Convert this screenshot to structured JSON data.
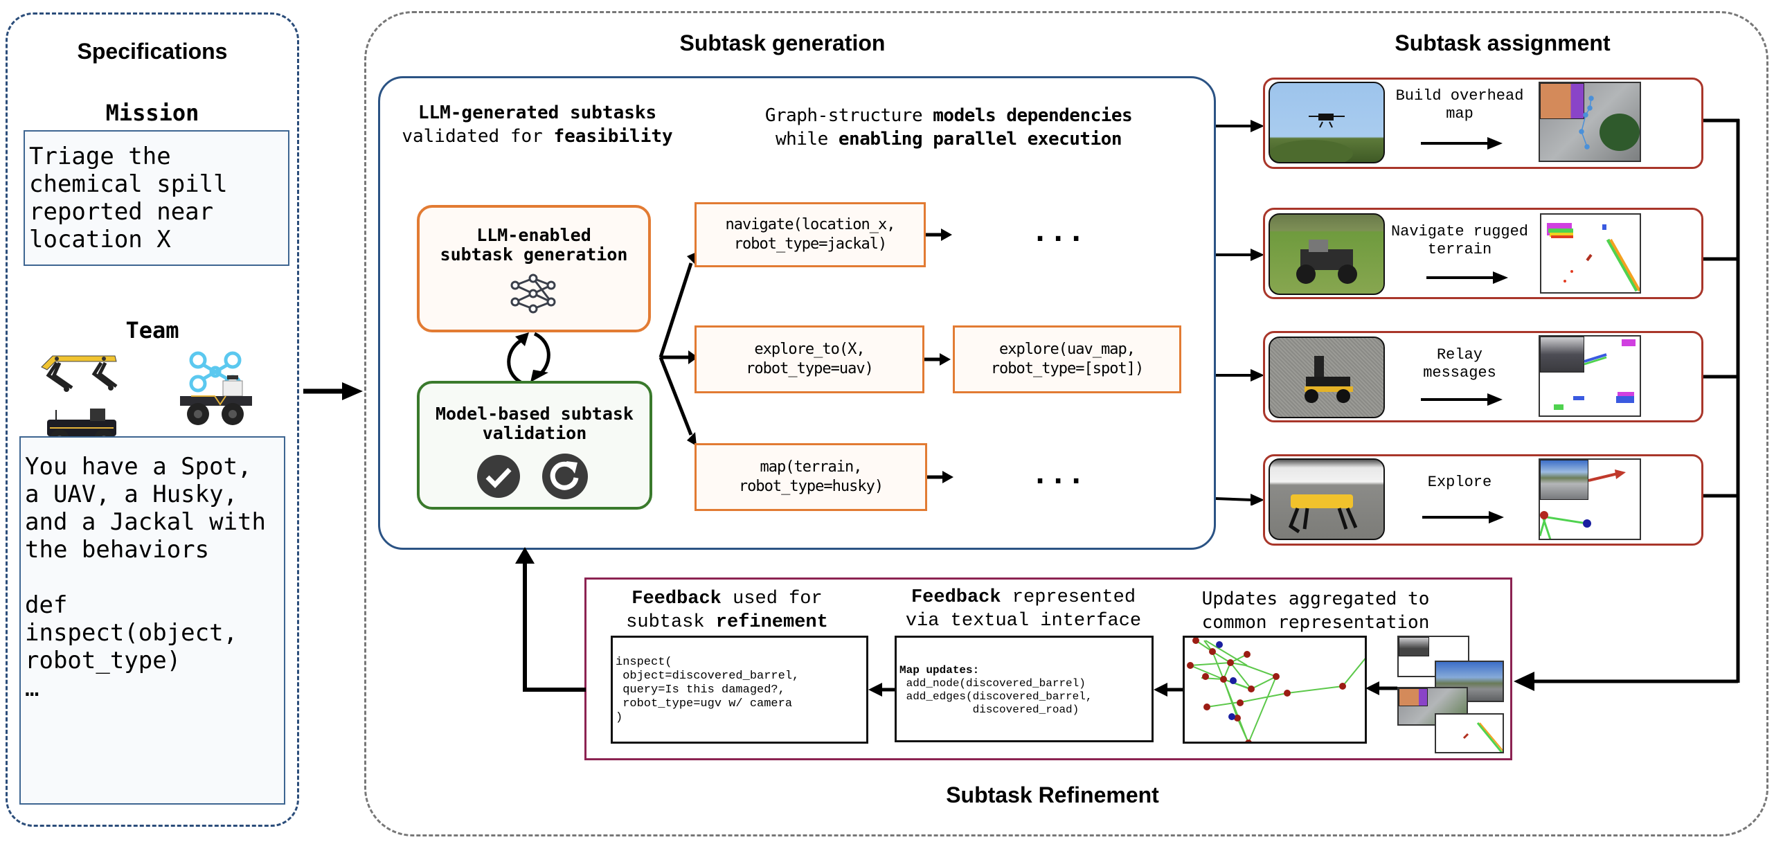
{
  "specifications": {
    "title": "Specifications",
    "mission_label": "Mission",
    "mission_text": "Triage the chemical spill reported near location X",
    "team_label": "Team",
    "team_robots": [
      "Spot (quadruped)",
      "UAV (quadrotor)",
      "Jackal (UGV)",
      "Husky (UGV)"
    ],
    "team_text_lines": [
      "You have a Spot,",
      "a UAV, a Husky,",
      "and a Jackal with",
      "the behaviors",
      "",
      "def",
      "inspect(object,",
      "robot_type)",
      "…"
    ]
  },
  "subtask_generation": {
    "title": "Subtask generation",
    "caption_left": {
      "line1_bold": "LLM-generated subtasks",
      "line2_plain": "validated for ",
      "line2_bold": "feasibility"
    },
    "caption_right": {
      "line1_plain": "Graph-structure ",
      "line1_bold": "models dependencies",
      "line2_plain": "while ",
      "line2_bold": "enabling parallel execution"
    },
    "llm_box": {
      "title_line1": "LLM-enabled",
      "title_line2": "subtask generation",
      "icon": "neural-network-icon"
    },
    "validation_box": {
      "title_line1": "Model-based subtask",
      "title_line2": "validation",
      "icons": [
        "check-circle-icon",
        "retry-circle-icon"
      ]
    },
    "tasks": [
      {
        "line1": "navigate(location_x,",
        "line2": "robot_type=jackal)"
      },
      {
        "line1": "explore_to(X,",
        "line2": "robot_type=uav)"
      },
      {
        "line1": "explore(uav_map,",
        "line2": "robot_type=[spot])"
      },
      {
        "line1": "map(terrain,",
        "line2": "robot_type=husky)"
      }
    ],
    "ellipsis": "..."
  },
  "subtask_assignment": {
    "title": "Subtask assignment",
    "rows": [
      {
        "label_line1": "Build overhead",
        "label_line2": "map",
        "robot": "UAV",
        "output": "overhead-map"
      },
      {
        "label_line1": "Navigate rugged",
        "label_line2": "terrain",
        "robot": "Husky",
        "output": "pointcloud"
      },
      {
        "label_line1": "Relay",
        "label_line2": "messages",
        "robot": "Jackal",
        "output": "pointcloud-camera"
      },
      {
        "label_line1": "Explore",
        "label_line2": "",
        "robot": "Spot",
        "output": "graph-camera"
      }
    ]
  },
  "subtask_refinement": {
    "title": "Subtask Refinement",
    "feedback_used": {
      "bold1": "Feedback",
      "plain1": " used for",
      "plain2": "subtask ",
      "bold2": "refinement"
    },
    "feedback_repr": {
      "bold1": "Feedback",
      "plain1": " represented",
      "plain2": "via textual interface"
    },
    "aggregated": {
      "line1": "Updates aggregated to",
      "line2": "common representation"
    },
    "inspect_code": [
      "inspect(",
      " object=discovered_barrel,",
      " query=Is this damaged?,",
      " robot_type=ugv w/ camera",
      ")"
    ],
    "map_updates_title": "Map updates:",
    "map_updates_code": [
      " add_node(discovered_barrel)",
      " add_edges(discovered_barrel,",
      "           discovered_road)"
    ]
  },
  "colors": {
    "spec_border": "#2b4d7a",
    "gen_border": "#2b5384",
    "llm_orange": "#e27b33",
    "validation_green": "#3a7a2c",
    "assign_red": "#a9362a",
    "refine_magenta": "#8c2352",
    "graph_edge": "#5cc84a",
    "graph_node_red": "#9b1d14",
    "graph_node_blue": "#1a1fa0"
  }
}
